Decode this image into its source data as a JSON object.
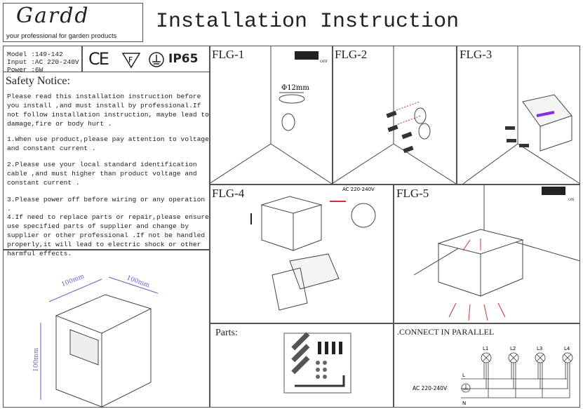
{
  "header": {
    "brand": "Gardd",
    "tagline": "your professional for garden products",
    "title": "Installation Instruction"
  },
  "spec": {
    "model": "Model :149-142",
    "input": "Input :AC 220-240V",
    "power": "Power :6W",
    "ip": "IP65",
    "ce": "CE",
    "f_mark": "F"
  },
  "safety": {
    "heading": "Safety Notice:",
    "intro": "Please read this installation instruction before you install ,and must install by professional.If not follow installation instruction, maybe lead to damage,fire or body hurt .",
    "items": [
      "1.When use product,please pay attention to voltage and constant current .",
      "2.Please use your local standard identification cable ,and must higher than product voltage and constant current .",
      "3.Please power off before wiring or any operation .",
      "4.If need to replace parts or repair,please ensure use specified parts of supplier and change by supplier or other professional .If not be handled properly,it will lead to electric shock or other harmful effects."
    ]
  },
  "dimensions": {
    "width": "100mm",
    "depth": "100mm",
    "height": "100mm"
  },
  "steps": {
    "flg1": "FLG-1",
    "flg2": "FLG-2",
    "flg3": "FLG-3",
    "flg4": "FLG-4",
    "flg5": "FLG-5",
    "drill": "Φ12mm",
    "off": "OFF",
    "on": "ON",
    "voltage": "AC 220-240V"
  },
  "parts": {
    "label": "Parts:"
  },
  "wiring": {
    "title": ".CONNECT IN PARALLEL",
    "lamps": [
      "L1",
      "L2",
      "L3",
      "L4"
    ],
    "live": "L",
    "neutral": "N",
    "voltage": "AC 220-240V"
  }
}
